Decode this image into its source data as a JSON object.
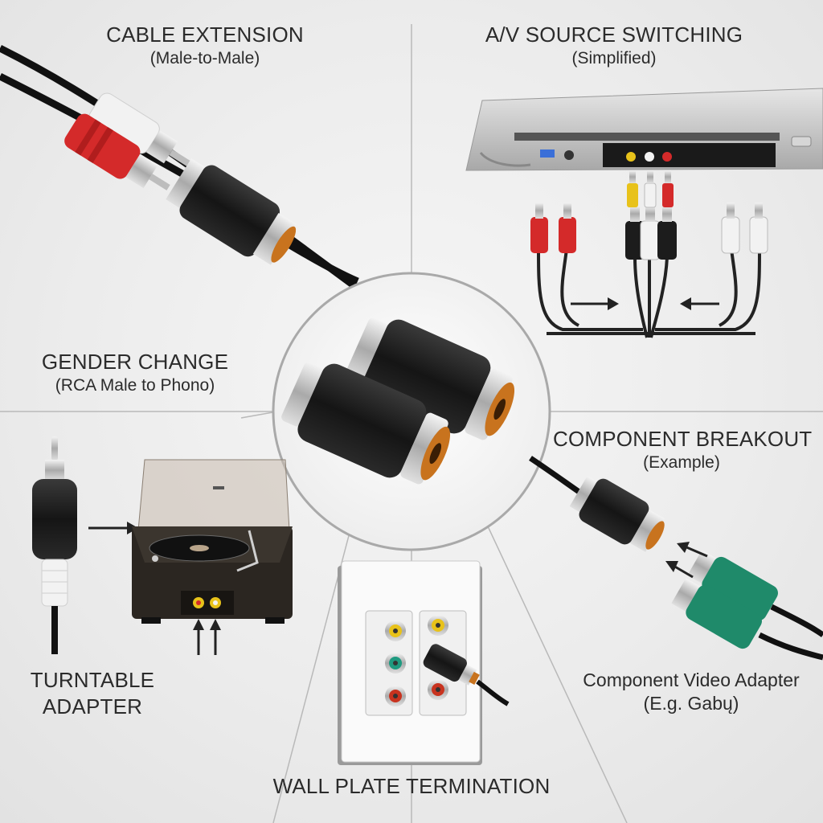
{
  "panels": {
    "cable_extension": {
      "title": "CABLE EXTENSION",
      "subtitle": "(Male-to-Male)"
    },
    "av_switching": {
      "title": "A/V SOURCE SWITCHING",
      "subtitle": "(Simplified)"
    },
    "gender_change": {
      "title": "GENDER CHANGE",
      "subtitle": "(RCA Male to Phono)"
    },
    "component_breakout": {
      "title": "COMPONENT BREAKOUT",
      "subtitle": "(Example)"
    },
    "turntable": {
      "title_line1": "TURNTABLE",
      "title_line2": "ADAPTER"
    },
    "component_video": {
      "title": "Component Video Adapter",
      "subtitle": "(E.g. Gabų)"
    },
    "wall_plate": {
      "title": "WALL PLATE TERMINATION"
    }
  },
  "colors": {
    "plug_red": "#d42a2a",
    "plug_white": "#f2f2f2",
    "plug_yellow": "#e8c21a",
    "plug_green": "#1f8a6a",
    "connector_black": "#1c1c1c",
    "insulator_orange": "#c8731e",
    "chrome": "#c9c9c9"
  },
  "icons": [
    "rca-coupler-icon",
    "rca-plug-icon",
    "dvd-player-icon",
    "turntable-icon",
    "wall-plate-icon",
    "arrow-icon"
  ]
}
